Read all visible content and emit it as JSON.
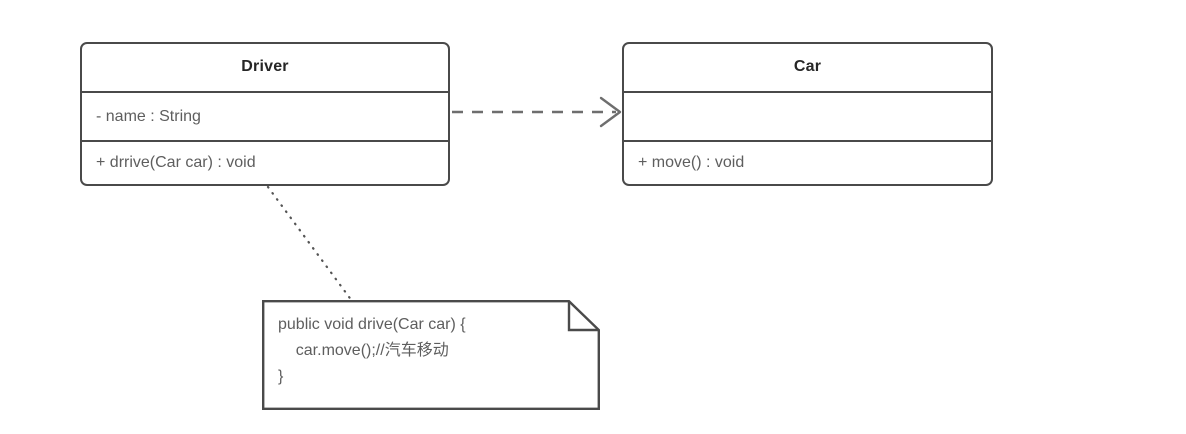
{
  "diagram": {
    "type": "uml-class-diagram",
    "background_color": "#ffffff",
    "border_color": "#4a4a4a",
    "title_color": "#262626",
    "member_color": "#5e5e5e",
    "connector_color": "#6e6e6e"
  },
  "classes": [
    {
      "name": "Driver",
      "attributes": [
        "- name : String"
      ],
      "operations": [
        "+ drrive(Car car) : void"
      ]
    },
    {
      "name": "Car",
      "attributes": [
        ""
      ],
      "operations": [
        "+ move() : void"
      ]
    }
  ],
  "note": {
    "line1": "public void drive(Car car) {",
    "line2": "    car.move();//汽车移动",
    "line3": "}"
  },
  "relationships": [
    {
      "kind": "dependency",
      "from": "Driver",
      "to": "Car",
      "line_style": "dashed",
      "arrow": "open-arrowhead"
    },
    {
      "kind": "note-anchor",
      "from": "Driver",
      "to": "note",
      "line_style": "dotted",
      "arrow": "none"
    }
  ]
}
